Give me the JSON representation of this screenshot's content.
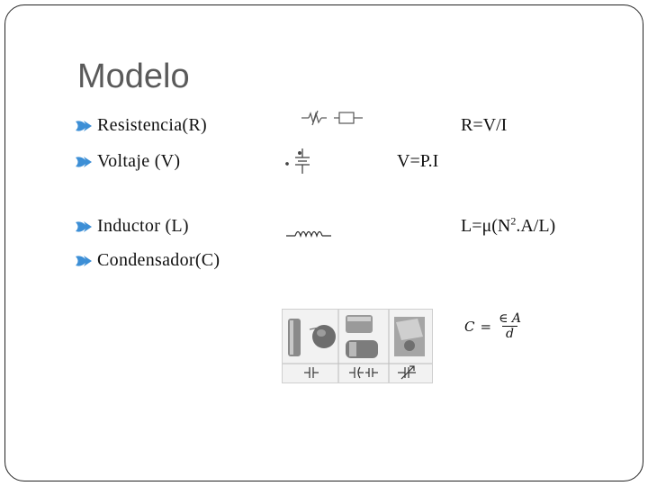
{
  "slide": {
    "title": "Modelo",
    "bullets": [
      {
        "label": "Resistencia(R)"
      },
      {
        "label": "Voltaje (V)"
      },
      {
        "label": "Inductor (L)"
      },
      {
        "label": "Condensador(C)"
      }
    ],
    "formulas": {
      "resistance": "R=V/I",
      "voltage": "V=P.I",
      "inductor_prefix": "L=μ(N",
      "inductor_exp": "2",
      "inductor_suffix": ".A/L)"
    },
    "capacitance": {
      "lhs": "C",
      "equals": "=",
      "numerator": "∈ A",
      "denominator": "d"
    },
    "colors": {
      "title": "#5a5a5a",
      "text": "#111111",
      "bullet_icon": "#3d8fd6"
    },
    "icons": [
      "bullet-arrow-icon",
      "resistor-symbol-icon",
      "battery-symbol-icon",
      "inductor-coil-icon",
      "capacitor-photos-image"
    ]
  }
}
